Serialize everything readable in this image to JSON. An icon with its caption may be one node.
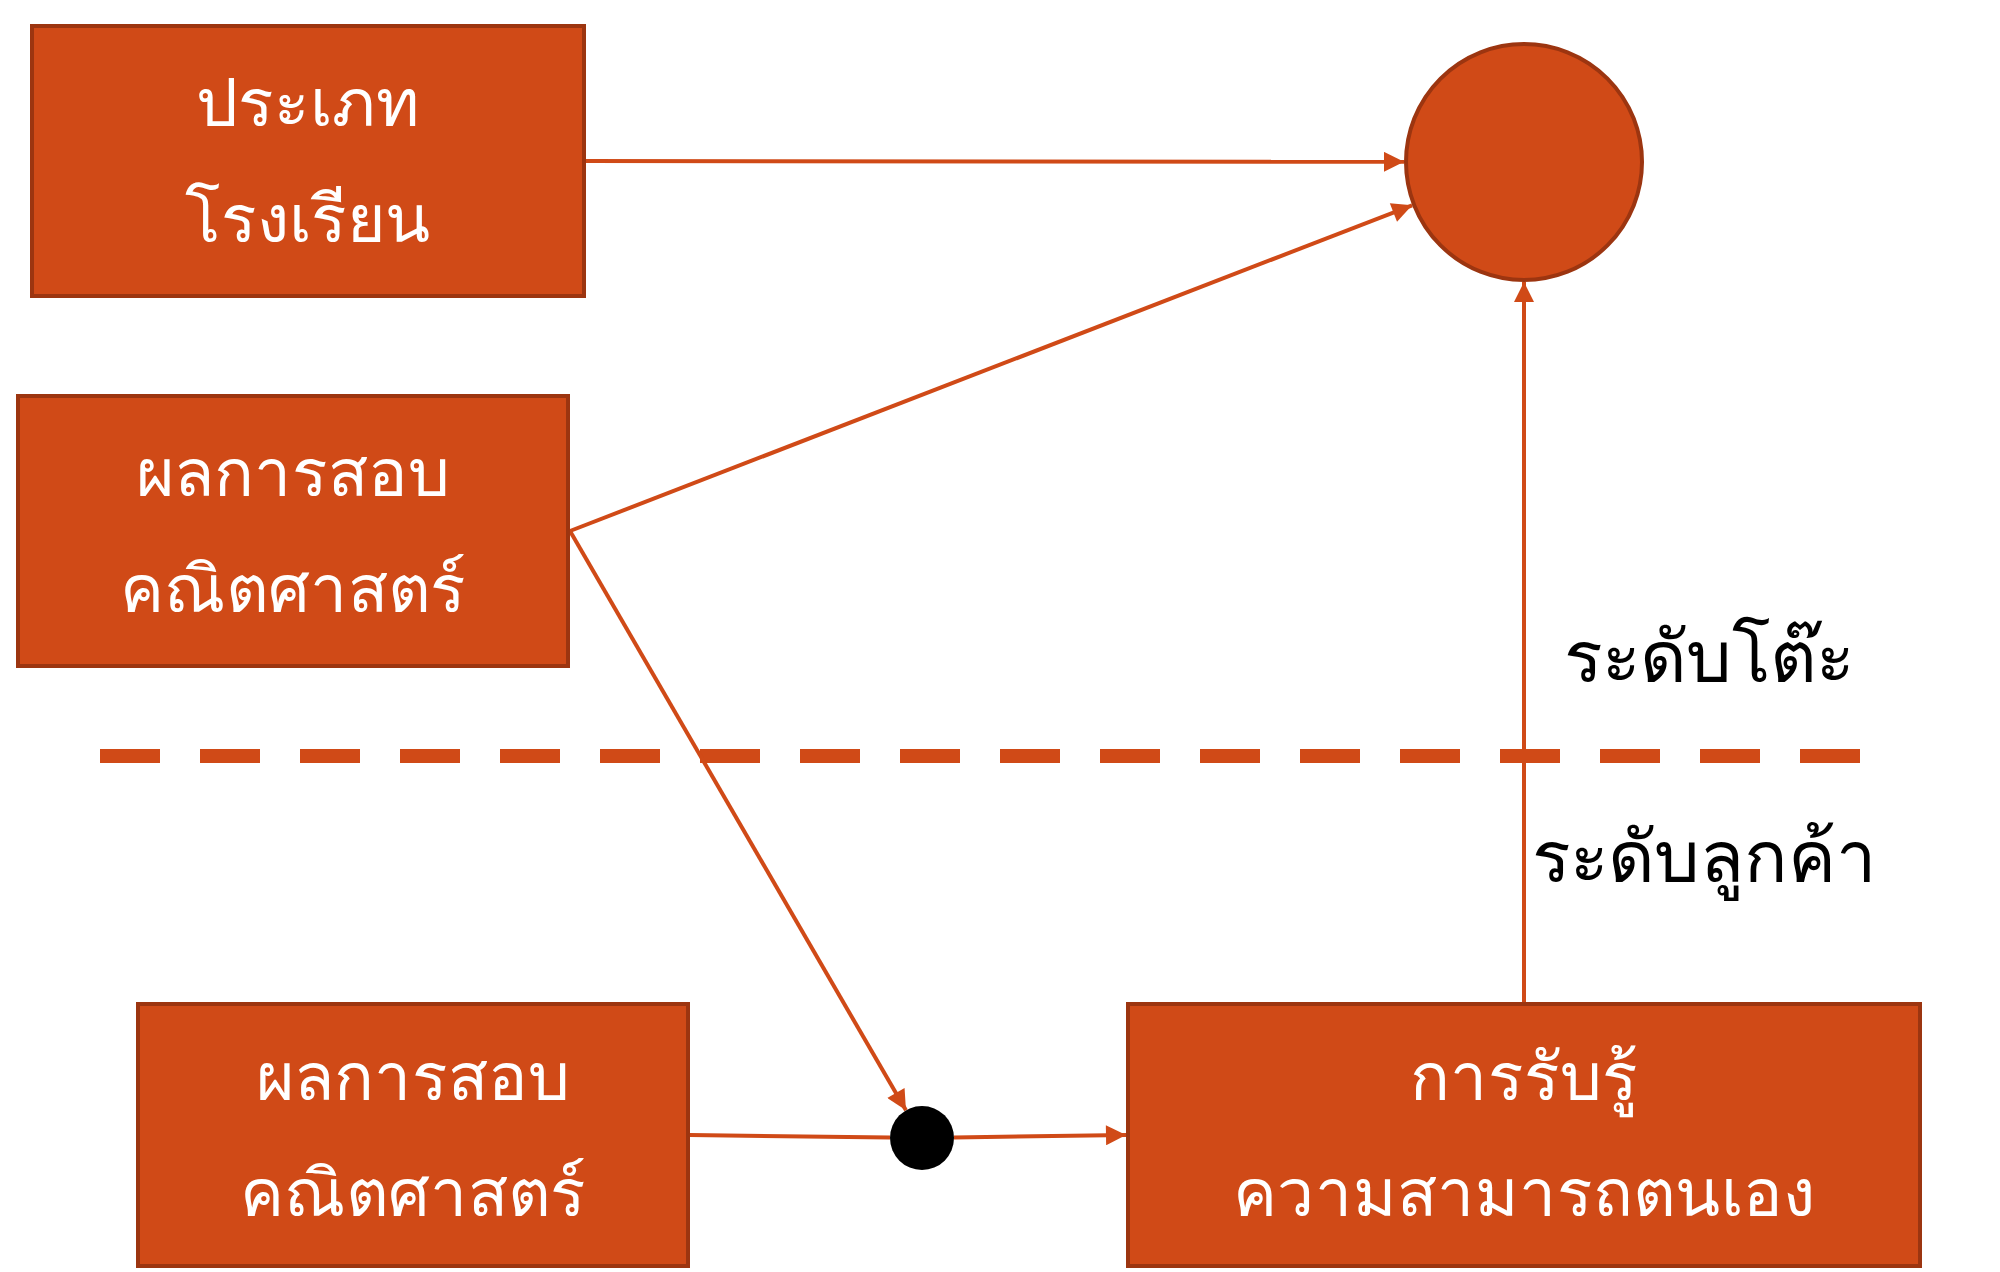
{
  "diagram": {
    "nodes": [
      {
        "text": [
          "ประเภท โรงเรียน"
        ]
      },
      {
        "text": [
          "ผลการสอบ คณิตศาสตร์"
        ]
      },
      {
        "text": [],
        "shape": "circle"
      },
      {
        "text": [
          "ผลการสอบ คณิตศาสตร์"
        ]
      },
      {
        "text": [],
        "shape": "circle"
      },
      {
        "text": [
          "การรับรู้ ความสามารถตนเอง"
        ]
      }
    ],
    "edges": [
      {
        "from": 0,
        "to": 2,
        "arrow": "to"
      },
      {
        "from": 1,
        "to": 2,
        "arrow": "to"
      },
      {
        "from": 1,
        "to": 4,
        "arrow": "to"
      },
      {
        "from": 3,
        "to": 4,
        "arrow": "none"
      },
      {
        "from": 4,
        "to": 5,
        "arrow": "to"
      },
      {
        "from": 5,
        "to": 2,
        "arrow": "to"
      }
    ],
    "labels": [
      "ระดับโต๊ะ",
      "ระดับลูกค้า"
    ]
  }
}
